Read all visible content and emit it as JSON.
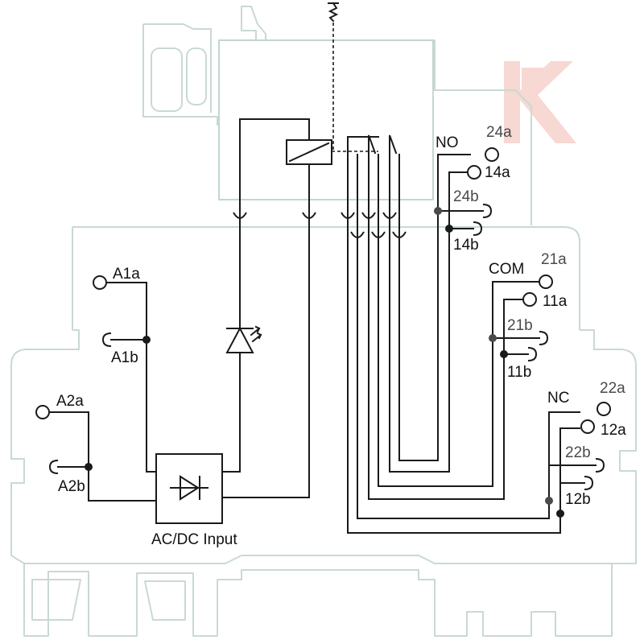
{
  "diagram": {
    "input_label": "AC/DC Input",
    "coil_terminals": {
      "a1a": "A1a",
      "a1b": "A1b",
      "a2a": "A2a",
      "a2b": "A2b"
    },
    "contact_groups": {
      "no": "NO",
      "com": "COM",
      "nc": "NC"
    },
    "contact_terminals": {
      "t24a": "24a",
      "t14a": "14a",
      "t24b": "24b",
      "t14b": "14b",
      "t21a": "21a",
      "t11a": "11a",
      "t21b": "21b",
      "t11b": "11b",
      "t22a": "22a",
      "t12a": "12a",
      "t22b": "22b",
      "t12b": "12b"
    },
    "colors": {
      "wire": "#1a1a1a",
      "housing": "#c9d9d4",
      "logo": "#f7d8d2"
    },
    "icons": [
      "diode-icon",
      "led-icon",
      "relay-coil-icon",
      "bridge-rectangifier-icon",
      "brand-logo-k"
    ]
  }
}
